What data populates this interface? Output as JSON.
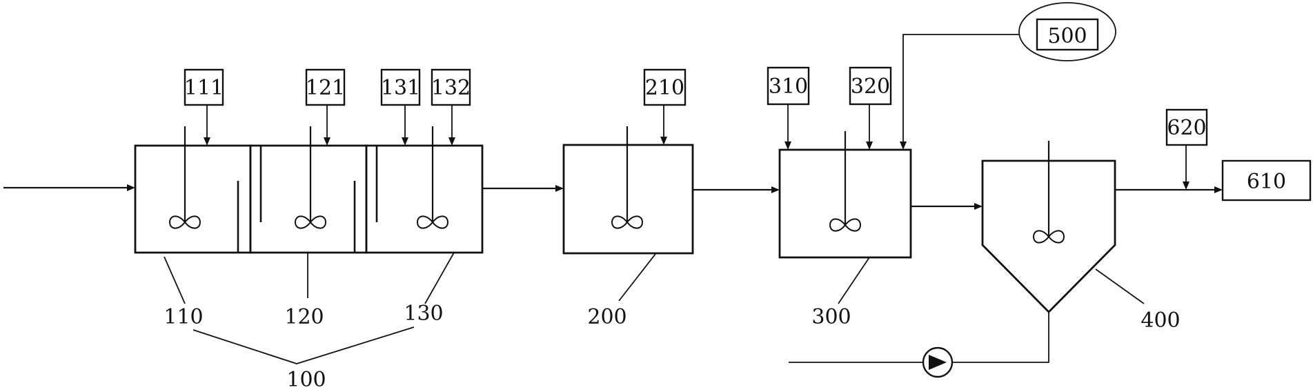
{
  "labels": {
    "l111": "111",
    "l121": "121",
    "l131": "131",
    "l132": "132",
    "l210": "210",
    "l310": "310",
    "l320": "320",
    "l500": "500",
    "l610": "610",
    "l620": "620",
    "l110": "110",
    "l120": "120",
    "l130": "130",
    "l100": "100",
    "l200": "200",
    "l300": "300",
    "l400": "400"
  },
  "colors": {
    "line": "#111111",
    "background": "#ffffff"
  }
}
